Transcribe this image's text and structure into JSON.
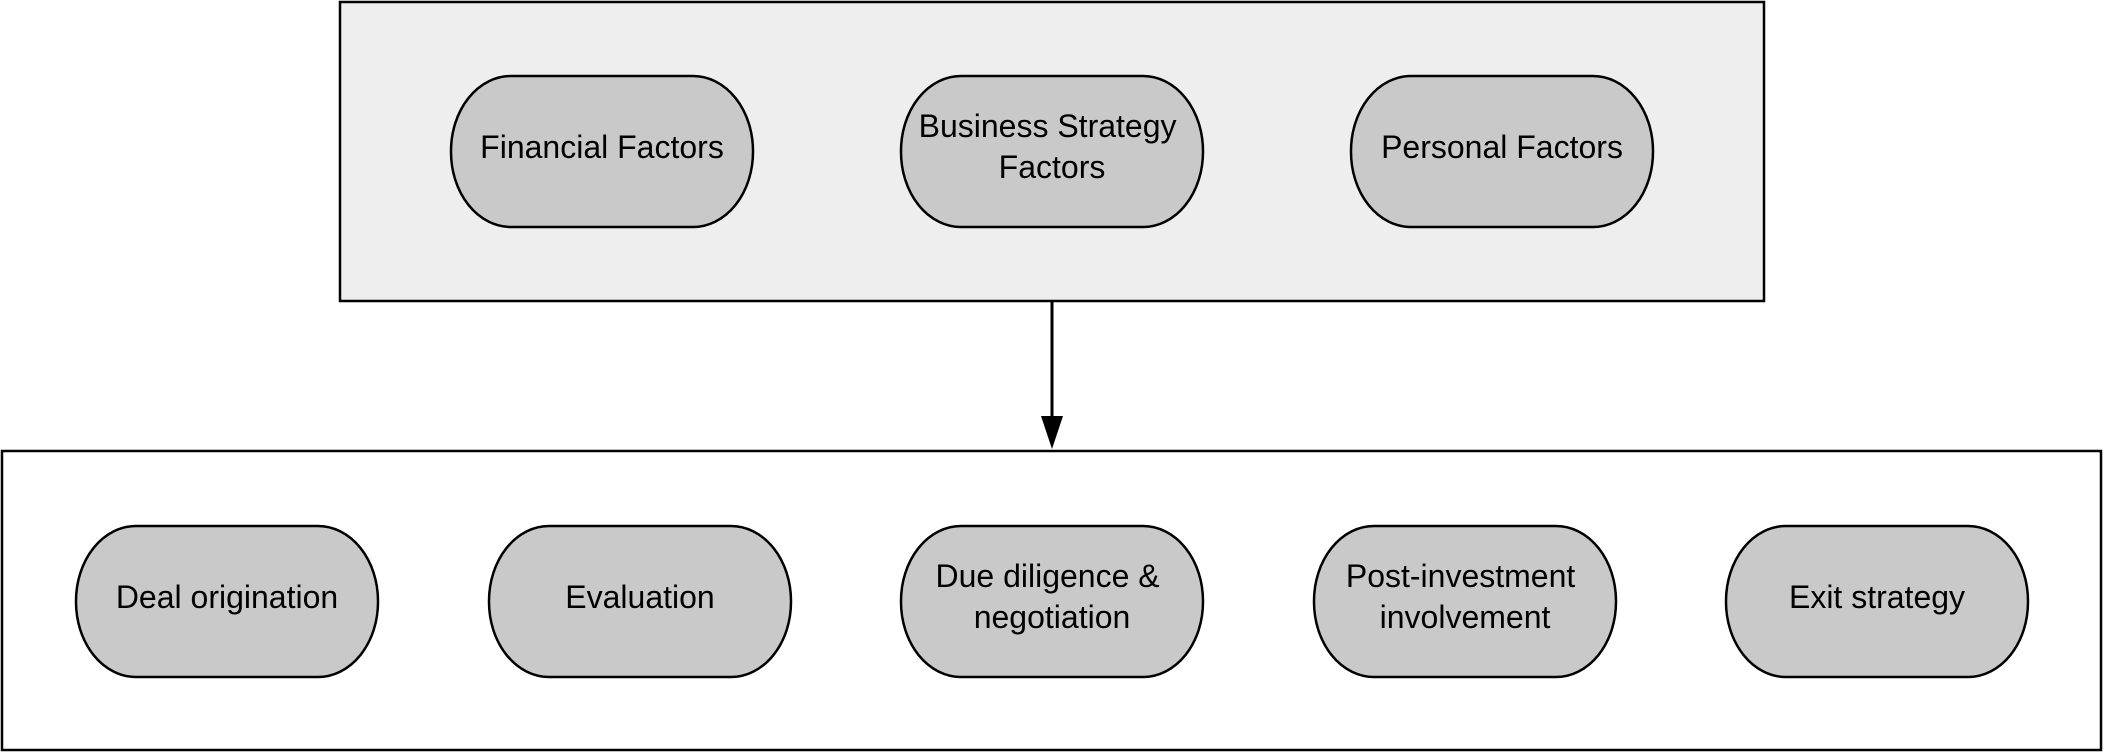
{
  "colors": {
    "top_box_fill": "#eeeeee",
    "bottom_box_fill": "#ffffff",
    "node_fill": "#c9c9c9",
    "stroke": "#000000"
  },
  "top_group": {
    "nodes": [
      {
        "lines": [
          "Financial Factors"
        ]
      },
      {
        "lines": [
          "Business Strategy",
          "Factors"
        ]
      },
      {
        "lines": [
          "Personal Factors"
        ]
      }
    ]
  },
  "bottom_group": {
    "nodes": [
      {
        "lines": [
          "Deal origination"
        ]
      },
      {
        "lines": [
          "Evaluation"
        ]
      },
      {
        "lines": [
          "Due diligence &",
          "negotiation"
        ]
      },
      {
        "lines": [
          "Post-investment",
          "involvement"
        ]
      },
      {
        "lines": [
          "Exit strategy"
        ]
      }
    ]
  },
  "edges": [
    {
      "from": "top_group",
      "to": "bottom_group",
      "arrow": "end"
    }
  ]
}
